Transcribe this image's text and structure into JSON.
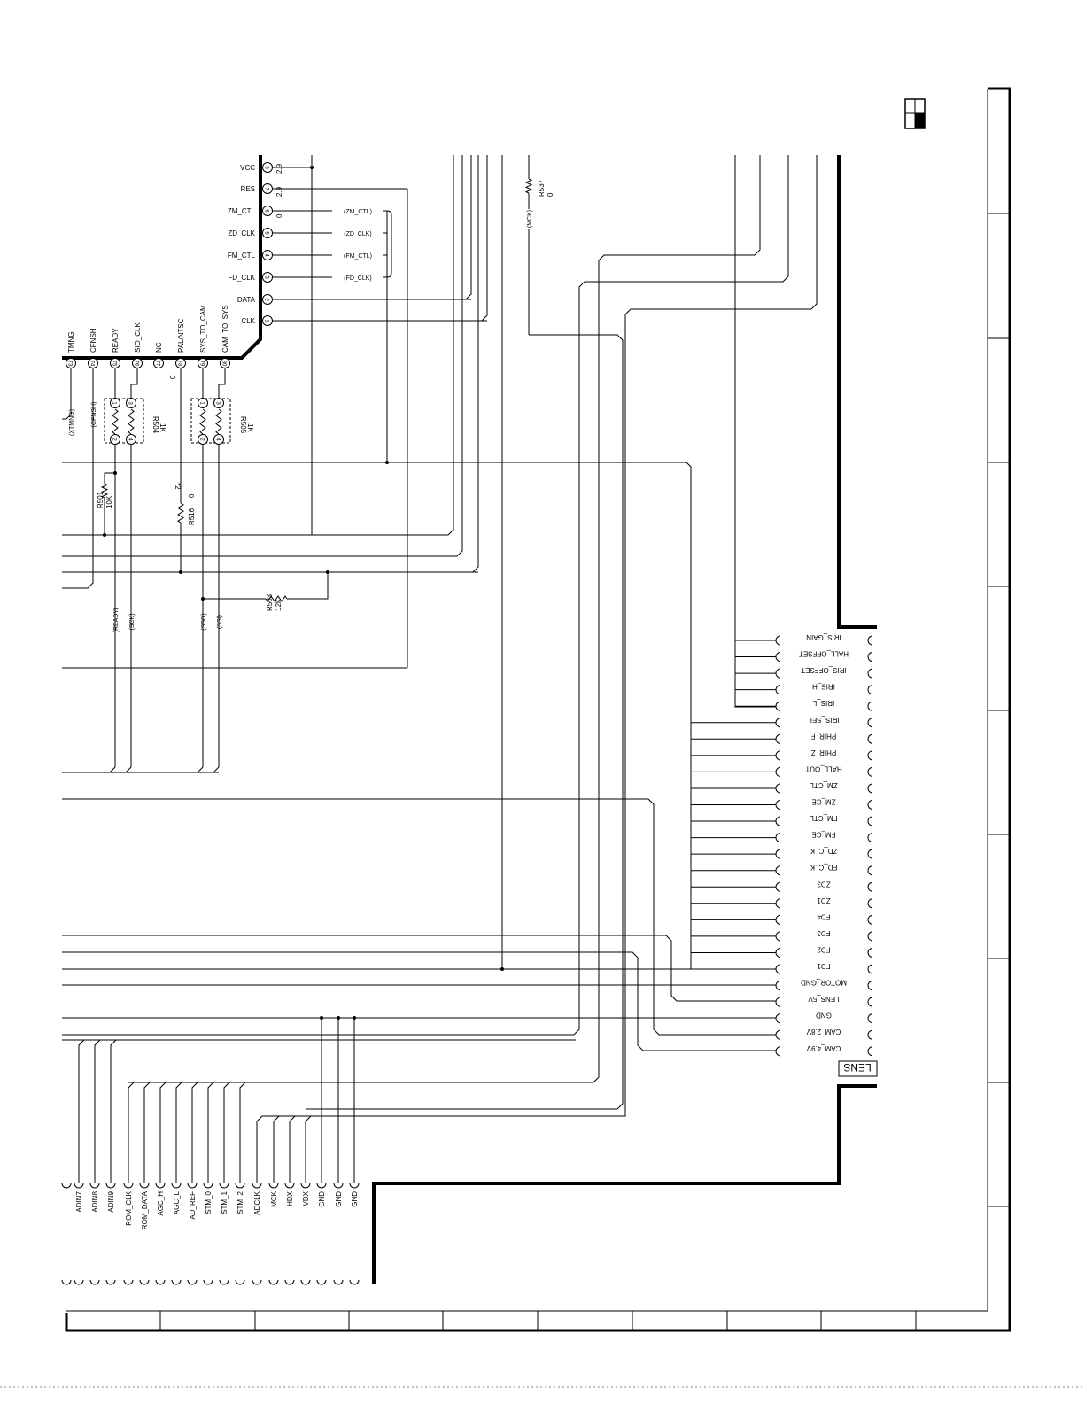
{
  "sheet_index_icon": "sheet-quadrant-icon",
  "lens": {
    "title": "LENS",
    "pins": [
      "IRIS_GAIN",
      "HALL_OFFSET",
      "IRIS_OFFSET",
      "IRIS_H",
      "IRIS_L",
      "IRIS_SEL",
      "PHIR_F",
      "PHIR_Z",
      "HALL_OUT",
      "ZM_CTL",
      "ZM_CE",
      "FM_CTL",
      "FM_CE",
      "ZD_CLK",
      "FD_CLK",
      "ZD3",
      "ZD1",
      "FD4",
      "FD3",
      "FD2",
      "FD1",
      "MOTOR_GND",
      "LENS_5V",
      "GND",
      "CAM_2.8V",
      "CAM_4.9V"
    ]
  },
  "driver_ic": {
    "right_pins": [
      {
        "num": "8",
        "name": "VCC"
      },
      {
        "num": "7",
        "name": "RES"
      },
      {
        "num": "6",
        "name": "ZM_CTL"
      },
      {
        "num": "5",
        "name": "ZD_CLK"
      },
      {
        "num": "4",
        "name": "FM_CTL"
      },
      {
        "num": "3",
        "name": "FD_CLK"
      },
      {
        "num": "2",
        "name": "DATA"
      },
      {
        "num": "1",
        "name": "CLK"
      }
    ],
    "voltages": [
      "2.9",
      "2.9",
      "0"
    ],
    "top_pins": [
      {
        "num": "73",
        "name": "TMNG"
      },
      {
        "num": "74",
        "name": "CFNSH"
      },
      {
        "num": "75",
        "name": "READY"
      },
      {
        "num": "76",
        "name": "SIO_CLK"
      },
      {
        "num": "77",
        "name": "NC"
      },
      {
        "num": "78",
        "name": "PAL/NTSC"
      },
      {
        "num": "79",
        "name": "SYS_TO_CAM"
      },
      {
        "num": "80",
        "name": "CAM_TO_SYS"
      }
    ],
    "pin78_voltage": "0"
  },
  "net_labels": {
    "zm_ctl": "(ZM_CTL)",
    "zd_clk": "(ZD_CLK)",
    "fm_ctl": "(FM_CTL)",
    "fd_clk": "(FD_CLK)",
    "mck": "(MCK)",
    "xtmng": "(XTMNG)",
    "cfnsh": "(CFNSH)",
    "ready": "(READY)",
    "sck": "(SCK)",
    "sso": "(SSO)",
    "ssi": "(SSI)"
  },
  "components": {
    "r504": {
      "ref": "R504",
      "value": "1K"
    },
    "r505": {
      "ref": "R505",
      "value": "1K"
    },
    "r501": {
      "ref": "R501",
      "value": "10K"
    },
    "r516": {
      "ref": "R516",
      "value": "0"
    },
    "r503": {
      "ref": "R503",
      "value": "12K"
    },
    "r537": {
      "ref": "R537",
      "value": "0"
    },
    "note": "*2"
  },
  "bottom_connector": {
    "pins": [
      "ADIN7",
      "ADIN8",
      "ADIN9",
      "ROM_CLK",
      "ROM_DATA",
      "AGC_H",
      "AGC_L",
      "AD_REF",
      "STM_0",
      "STM_1",
      "STM_2",
      "ADCLK",
      "MCK",
      "HDX",
      "VDX",
      "GND",
      "GND",
      "GND"
    ]
  }
}
